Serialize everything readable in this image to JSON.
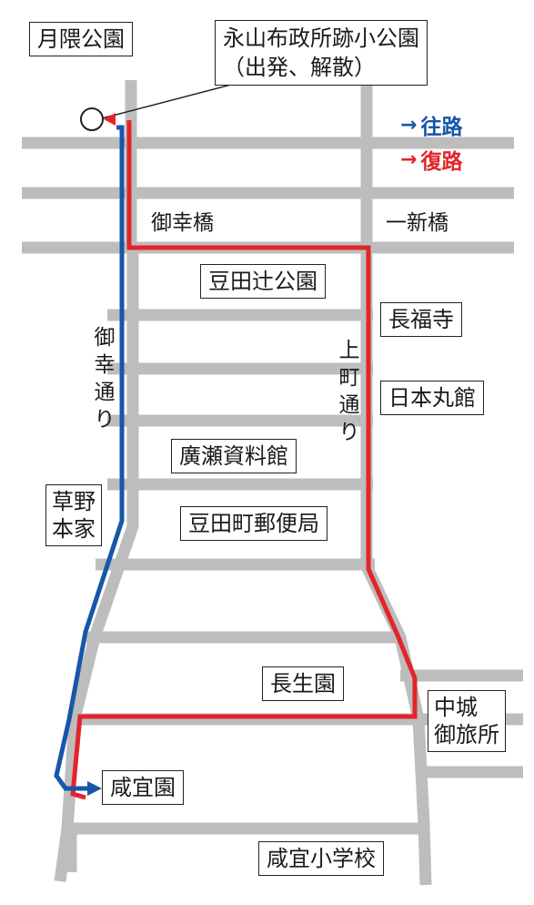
{
  "legend": {
    "outbound": {
      "arrow": "→",
      "label": "往路",
      "color": "#1756a9"
    },
    "return": {
      "arrow": "→",
      "label": "復路",
      "color": "#e3242b"
    }
  },
  "roads": {
    "color": "#bdbdbd"
  },
  "streets": {
    "miyuki_bridge": "御幸橋",
    "ichishin_bridge": "一新橋",
    "miyuki_dori": "御幸通り",
    "kamimachi_dori": "上町通り"
  },
  "landmarks": {
    "tsukikuma_park": [
      "月隈公園"
    ],
    "start_park": [
      "永山布政所跡小公園",
      "（出発、解散）"
    ],
    "mameda_tsuji_park": [
      "豆田辻公園"
    ],
    "chofukuji": [
      "長福寺"
    ],
    "nihonmaru_kan": [
      "日本丸館"
    ],
    "hirose_museum": [
      "廣瀬資料館"
    ],
    "post_office": [
      "豆田町郵便局"
    ],
    "kusano_honke": [
      "草野",
      "本家"
    ],
    "choseien": [
      "長生園"
    ],
    "nakajo_otabisho": [
      "中城",
      "御旅所"
    ],
    "kangien": [
      "咸宜園"
    ],
    "kangi_school": [
      "咸宜小学校"
    ]
  }
}
